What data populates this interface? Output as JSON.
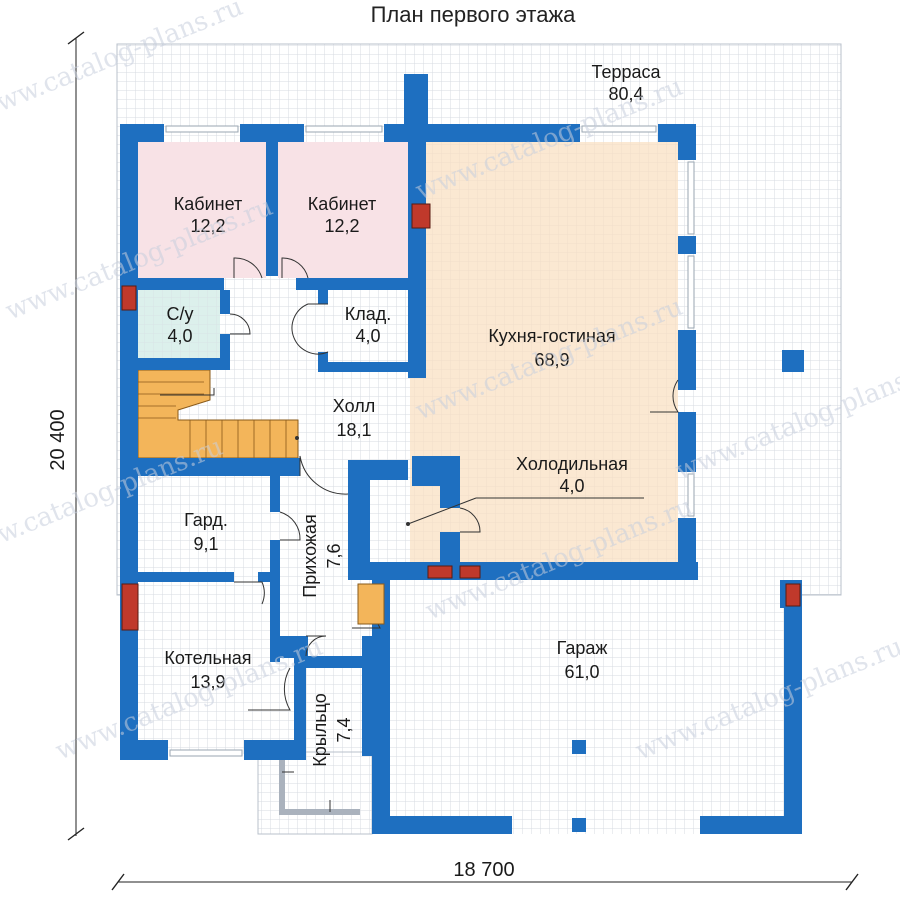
{
  "title": "План первого этажа",
  "rooms": [
    {
      "id": "terrace",
      "name": "Терраса",
      "area": "80,4"
    },
    {
      "id": "cabinet1",
      "name": "Кабинет",
      "area": "12,2"
    },
    {
      "id": "cabinet2",
      "name": "Кабинет",
      "area": "12,2"
    },
    {
      "id": "wc",
      "name": "С/у",
      "area": "4,0"
    },
    {
      "id": "storage",
      "name": "Клад.",
      "area": "4,0"
    },
    {
      "id": "kitchen",
      "name": "Кухня-гостиная",
      "area": "68,9"
    },
    {
      "id": "hall",
      "name": "Холл",
      "area": "18,1"
    },
    {
      "id": "cold",
      "name": "Холодильная",
      "area": "4,0"
    },
    {
      "id": "wardrobe",
      "name": "Гард.",
      "area": "9,1"
    },
    {
      "id": "entrance",
      "name": "Прихожая",
      "area": "7,6"
    },
    {
      "id": "boiler",
      "name": "Котельная",
      "area": "13,9"
    },
    {
      "id": "porch",
      "name": "Крыльцо",
      "area": "7,4"
    },
    {
      "id": "garage",
      "name": "Гараж",
      "area": "61,0"
    }
  ],
  "dimensions": {
    "width": "18 700",
    "height": "20 400"
  },
  "watermark": "www.catalog-plans.ru",
  "colors": {
    "wall": "#1e6fc0",
    "grid": "#d7dbe2",
    "kitchen_fill": "#fbe8d2",
    "cabinet_fill": "#f8e2e6",
    "wc_fill": "#dcf0ec",
    "stairs_fill": "#f3b55a",
    "fireplace": "#c0392b"
  }
}
